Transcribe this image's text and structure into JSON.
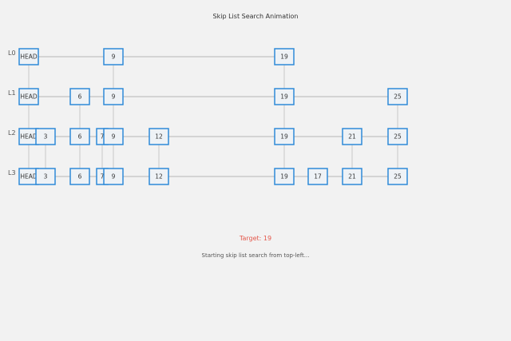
{
  "title": "Skip List Search Animation",
  "target_text": "Target: 19",
  "status_text": "Starting skip list search from top-left...",
  "levels": [
    {
      "label": "L0",
      "nodes": [
        "HEAD",
        "9",
        "19"
      ]
    },
    {
      "label": "L1",
      "nodes": [
        "HEAD",
        "6",
        "9",
        "19",
        "25"
      ]
    },
    {
      "label": "L2",
      "nodes": [
        "HEAD",
        "3",
        "6",
        "7",
        "9",
        "12",
        "19",
        "21",
        "25"
      ]
    },
    {
      "label": "L3",
      "nodes": [
        "HEAD",
        "3",
        "6",
        "7",
        "9",
        "12",
        "19",
        "17",
        "21",
        "25"
      ]
    }
  ]
}
